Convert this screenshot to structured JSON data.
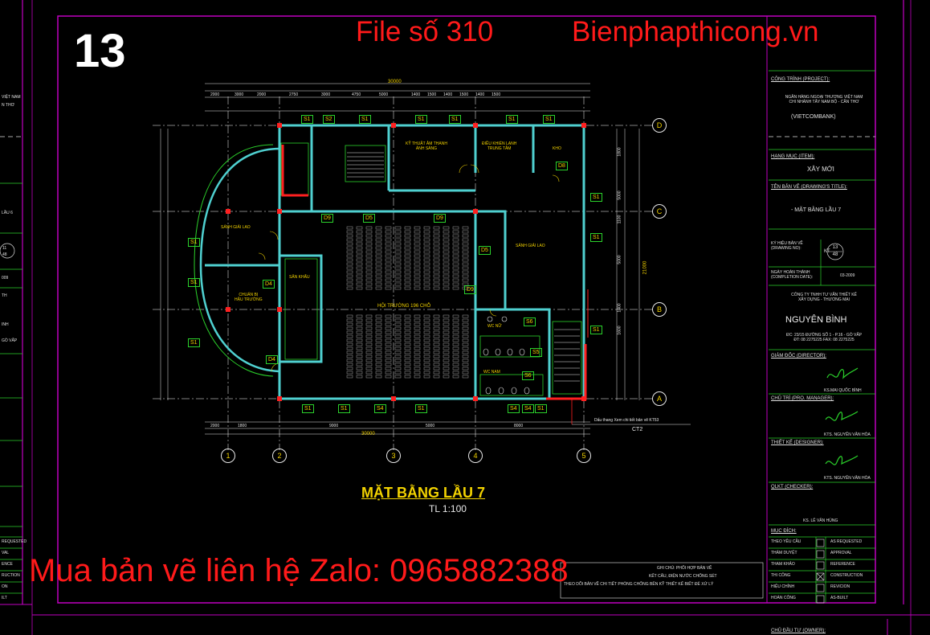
{
  "page_number": "13",
  "watermarks": {
    "file": "File số 310",
    "site": "Bienphapthicong.vn",
    "contact": "Mua bản vẽ liên hệ Zalo: 0965882388"
  },
  "plan": {
    "title": "MẶT BẰNG LẦU 7",
    "scale": "TL 1:100",
    "note": "Dấu thang Xem chi tiết bản vẽ KT53",
    "stair_tag": "CT2",
    "rooms": {
      "sound": "KỸ THUẬT ÂM THANH\nÁNH SÁNG",
      "cooling": "ĐIỀU KHIỂN LẠNH\nTRUNG TÂM",
      "storage": "KHO",
      "lobby_left": "SẢNH GIẢI LAO",
      "prep": "CHUẨN BỊ\nHẬU TRƯỜNG",
      "stage": "SÂN KHẤU",
      "hall": "HỘI TRƯỜNG 196 CHỖ",
      "lobby_right": "SẢNH GIẢI LAO",
      "wc_female": "WC NỮ",
      "wc_male": "WC NAM"
    },
    "grid_columns": [
      "1",
      "2",
      "3",
      "4",
      "5"
    ],
    "grid_rows": [
      "D",
      "C",
      "B",
      "A"
    ],
    "door_tags": [
      "S2",
      "S1",
      "S1",
      "S1",
      "S1",
      "S1",
      "S1",
      "S1",
      "S1",
      "S1",
      "D9",
      "D9",
      "D5",
      "D5",
      "D9",
      "D4",
      "D4",
      "S1",
      "S1",
      "S1",
      "S1",
      "S1",
      "S4",
      "S4",
      "S4",
      "S1",
      "S1",
      "D8"
    ],
    "dims": {
      "total_top": "30000",
      "total_bottom": "30000",
      "top_segments": [
        "2000",
        "3000",
        "2000",
        "2750",
        "3000",
        "4750",
        "5000",
        "1400",
        "1500",
        "1400",
        "1500",
        "1400",
        "1500"
      ],
      "bottom_segments": [
        "2000",
        "1800",
        "9000",
        "5000",
        "8000"
      ],
      "right_total": "21000",
      "right_segments": [
        "1800",
        "5000",
        "1100",
        "5000",
        "1400",
        "1600"
      ]
    }
  },
  "title_block": {
    "project_label": "CÔNG TRÌNH (PROJECT):",
    "project_name": "NGÂN HÀNG NGOẠI THƯƠNG VIỆT NAM\nCHI NHÁNH TÂY NAM BỘ - CẦN THƠ",
    "project_abbr": "(VIETCOMBANK)",
    "item_label": "HẠNG MỤC (ITEM):",
    "item_value": "XÂY MỚI",
    "drawing_title_label": "TÊN BẢN VẼ (DRAWING'S TITLE):",
    "drawing_title": "- MẶT BẰNG LẦU 7",
    "drawing_no_label": "KÝ HIỆU BẢN VẼ\n(DRAWING NO):",
    "drawing_prefix": "KT",
    "sheet_no": "13",
    "sheet_total": "48",
    "completion_label": "NGÀY HOÀN THÀNH\n(COMPLETION DATE):",
    "completion_date": "03-2009",
    "company_label": "CÔNG TY TNHH TƯ VẤN THIẾT KẾ\nXÂY DỰNG - THƯƠNG MẠI",
    "company_name": "NGUYÊN BÌNH",
    "address": "ĐC: 23/15 ĐƯỜNG SỐ 1 - P.16 - GÒ VẤP\nĐT: 08 2275225   FAX: 08 2275225",
    "director_label": "GIÁM ĐỐC (DIRECTOR):",
    "director_name": "KS.MAI QUỐC BÌNH",
    "pm_label": "CHỦ TRÌ (PRO. MANAGER):",
    "pm_name": "KTS. NGUYỄN VĂN HÒA",
    "designer_label": "THIẾT KẾ (DESIGNER):",
    "designer_name": "KTS. NGUYỄN VĂN HÒA",
    "checker_label": "QLKT (CHECKER):",
    "checker_name": "KS. LÊ VĂN HÙNG",
    "purpose_label": "MỤC ĐÍCH:",
    "purposes": [
      {
        "vi": "THEO YÊU CẦU",
        "en": "AS REQUESTED",
        "checked": false
      },
      {
        "vi": "THẨM DUYỆT",
        "en": "APPROVAL",
        "checked": false
      },
      {
        "vi": "THAM KHẢO",
        "en": "REFERENCE",
        "checked": false
      },
      {
        "vi": "THI CÔNG",
        "en": "CONSTRUCTION",
        "checked": true
      },
      {
        "vi": "HIỆU CHỈNH",
        "en": "REVICION",
        "checked": false
      },
      {
        "vi": "HOÀN CÔNG",
        "en": "AS-BUILT",
        "checked": false
      }
    ],
    "owner_label": "CHỦ ĐẦU TƯ (OWNER):",
    "note_lines": [
      "GHI CHÚ: PHỐI HỢP BẢN VẼ",
      "KẾT CẤU, ĐIỆN NƯỚC CHỐNG SÉT",
      "THEO DÕI BẢN VẼ CHI TIẾT PHÒNG CHỐNG BÊN KỸ THIẾT KẾ BIẾT ĐỂ XỬ LÝ"
    ]
  },
  "left_sheet": {
    "fragments": [
      "VIỆT NAM",
      "N THƠ",
      "LẦU 6",
      "11",
      "48",
      "009",
      "TH",
      "INH",
      "GÒ VẤP"
    ],
    "purposes": [
      "REQUESTED",
      "VAL",
      "ENCE",
      "RUCTION",
      "ON",
      "ILT"
    ]
  },
  "colors": {
    "background": "#000000",
    "frame": "#c000c0",
    "grid": "#ffffff",
    "wall": "#4fd0d0",
    "column": "#ff2020",
    "seat": "#a8a8a8",
    "tag_box": "#2bd12b",
    "text_yellow": "#f2d200",
    "watermark": "#ff1a1a"
  }
}
